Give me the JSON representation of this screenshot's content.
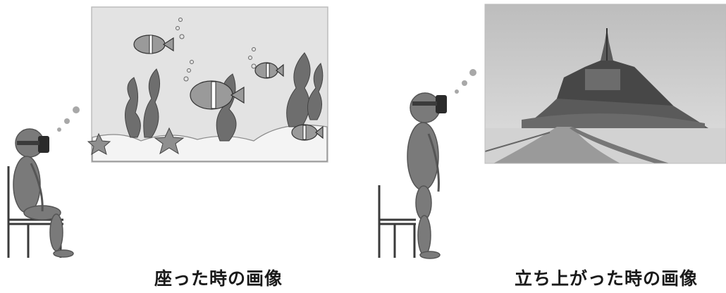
{
  "captions": {
    "sitting": "座った時の画像",
    "standing": "立ち上がった時の画像"
  },
  "colors": {
    "figure": "#7a7a7a",
    "figure_dark": "#4a4a4a",
    "headset": "#2b2b2b",
    "chair": "#3a3a3a",
    "panel_bg": "#e3e3e3",
    "seaweed": "#6e6e6e",
    "fish": "#9a9a9a",
    "sky": "#cfcfcf"
  },
  "icons": {
    "sitting_scene": "underwater-clownfish-scene",
    "standing_scene": "mont-saint-michel-photo"
  }
}
